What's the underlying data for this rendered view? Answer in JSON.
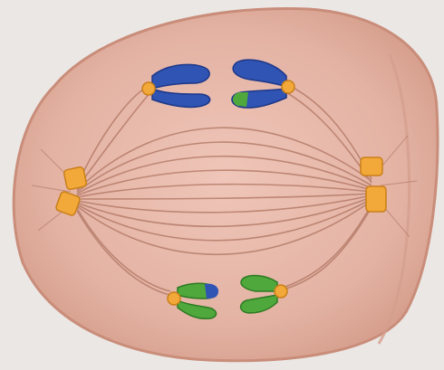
{
  "image": {
    "kind": "illustration",
    "subject": "cell-division-anaphase",
    "colors": {
      "background": "#ebe7e4",
      "cell_body": "#e5b8aa",
      "cell_edge": "#d29a88",
      "spindle_fibers": "#b9806c",
      "centrioles": "#f2a93a",
      "chromosome_blue": "#2f54b4",
      "chromosome_green": "#4ea83c",
      "centromere": "#f2a93a"
    },
    "chromosome_groups": [
      {
        "position": "top",
        "chromatids": [
          "blue",
          "blue-green"
        ]
      },
      {
        "position": "bottom",
        "chromatids": [
          "green-blue",
          "green"
        ]
      }
    ]
  }
}
